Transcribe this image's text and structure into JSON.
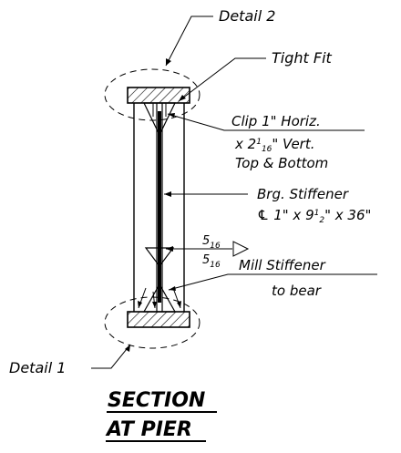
{
  "title": {
    "line1": "SECTION",
    "line2": "AT PIER"
  },
  "callouts": {
    "detail_top": "Detail 2",
    "detail_bottom": "Detail 1",
    "tight_fit": "Tight Fit",
    "clip_line1": "Clip 1\" Horiz.",
    "clip_line2_pre": "x 2",
    "clip_line2_sup": "1",
    "clip_line2_sub": "16",
    "clip_line2_post": "\" Vert.",
    "clip_line3": "Top & Bottom",
    "stiffener_line1": "Brg. Stiffener",
    "stiffener_line2_plate": "℄",
    "stiffener_line2_pre": " 1\" x 9",
    "stiffener_line2_sup": "1",
    "stiffener_line2_sub": "2",
    "stiffener_line2_post": "\" x 36\"",
    "weld_num": "5",
    "weld_den": "16",
    "mill_line1": "Mill Stiffener",
    "mill_line2": "to bear"
  }
}
